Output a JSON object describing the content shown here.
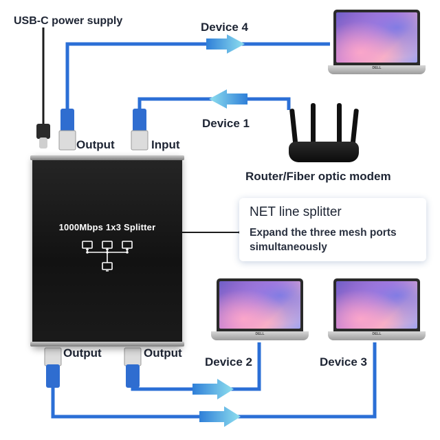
{
  "labels": {
    "power_supply": "USB-C power supply",
    "device4": "Device 4",
    "device1": "Device 1",
    "output_top": "Output",
    "input_top": "Input",
    "router": "Router/Fiber optic modem",
    "output_bottom_left": "Output",
    "output_bottom_right": "Output",
    "device2": "Device 2",
    "device3": "Device 3"
  },
  "splitter": {
    "title": "1000Mbps 1x3 Splitter"
  },
  "callout": {
    "title": "NET line splitter",
    "description": "Expand the three mesh ports simultaneously"
  },
  "laptops": {
    "brand": "DELL"
  },
  "colors": {
    "cable": "#2b6fd6",
    "arrow": "#4aa5e8",
    "arrow_light": "#8fe0ef",
    "device_body": "#151515",
    "text": "#1d2433"
  },
  "icons": [
    "network-topology-icon",
    "arrow-right-icon",
    "arrow-left-icon",
    "rj45-plug-icon",
    "usb-c-plug-icon"
  ]
}
